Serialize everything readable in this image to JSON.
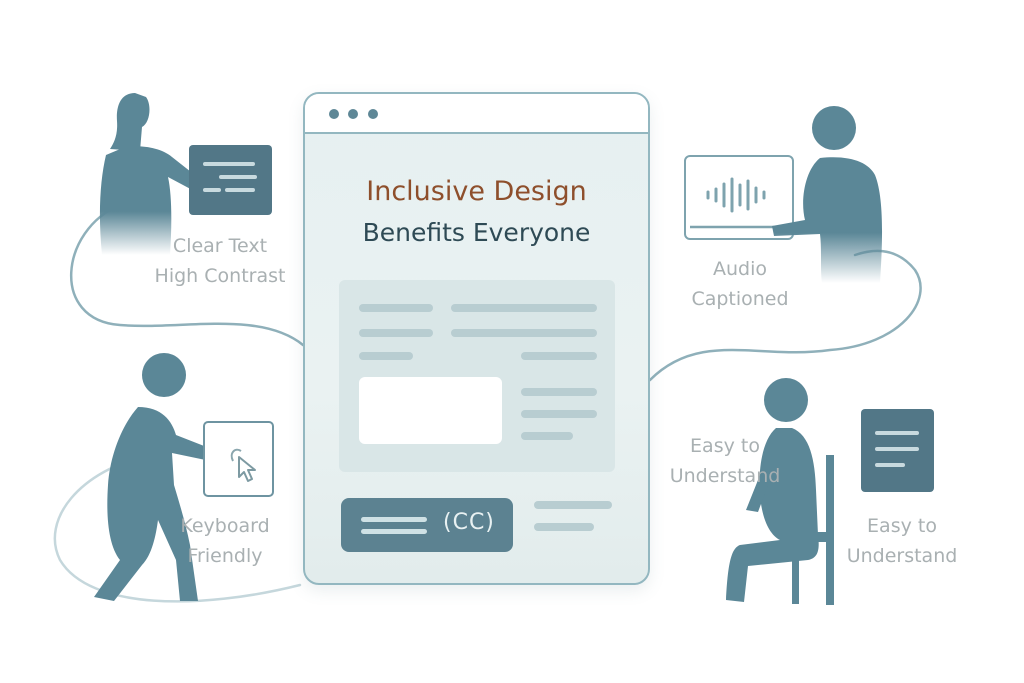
{
  "window": {
    "title_line1": "Inclusive Design",
    "title_line2": "Benefits Everyone",
    "cc_label": "(CC)"
  },
  "labels": {
    "clear_text": [
      "Clear Text",
      "High Contrast"
    ],
    "audio": [
      "Audio",
      "Captioned"
    ],
    "keyboard": [
      "Keyboard",
      "Friendly"
    ],
    "easy_left": [
      "Easy to",
      "Understand"
    ],
    "easy_right": [
      "Easy to",
      "Understand"
    ]
  },
  "colors": {
    "figure": "#5b8797",
    "dark_card": "#527787",
    "window_border": "#93b7c0",
    "title_accent": "#8e4f2c",
    "title_dark": "#2e4a55",
    "label_grey": "#a9b0b2"
  }
}
